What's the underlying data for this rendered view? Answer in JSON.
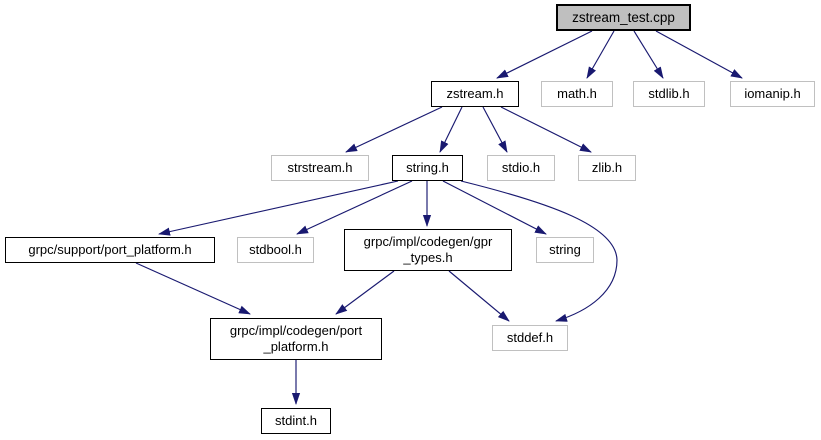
{
  "graph": {
    "root": "zstream_test.cpp",
    "colors": {
      "edge": "#191970",
      "main_node_fill": "#bfbfbf",
      "linked_node_border": "#000000",
      "plain_node_border": "#c0c0c0",
      "node_fill": "#ffffff",
      "text": "#000000",
      "background": "#ffffff"
    },
    "nodes": [
      {
        "id": "zstream_test.cpp",
        "type": "main",
        "lines": [
          "zstream_test.cpp"
        ]
      },
      {
        "id": "zstream.h",
        "type": "linked",
        "lines": [
          "zstream.h"
        ]
      },
      {
        "id": "math.h",
        "type": "plain",
        "lines": [
          "math.h"
        ]
      },
      {
        "id": "stdlib.h",
        "type": "plain",
        "lines": [
          "stdlib.h"
        ]
      },
      {
        "id": "iomanip.h",
        "type": "plain",
        "lines": [
          "iomanip.h"
        ]
      },
      {
        "id": "strstream.h",
        "type": "plain",
        "lines": [
          "strstream.h"
        ]
      },
      {
        "id": "string.h",
        "type": "linked",
        "lines": [
          "string.h"
        ]
      },
      {
        "id": "stdio.h",
        "type": "plain",
        "lines": [
          "stdio.h"
        ]
      },
      {
        "id": "zlib.h",
        "type": "plain",
        "lines": [
          "zlib.h"
        ]
      },
      {
        "id": "grpc/support/port_platform.h",
        "type": "linked",
        "lines": [
          "grpc/support/port_platform.h"
        ]
      },
      {
        "id": "stdbool.h",
        "type": "plain",
        "lines": [
          "stdbool.h"
        ]
      },
      {
        "id": "grpc/impl/codegen/gpr_types.h",
        "type": "linked",
        "lines": [
          "grpc/impl/codegen/gpr",
          "_types.h"
        ]
      },
      {
        "id": "string",
        "type": "plain",
        "lines": [
          "string"
        ]
      },
      {
        "id": "stddef.h",
        "type": "plain",
        "lines": [
          "stddef.h"
        ]
      },
      {
        "id": "grpc/impl/codegen/port_platform.h",
        "type": "linked",
        "lines": [
          "grpc/impl/codegen/port",
          "_platform.h"
        ]
      },
      {
        "id": "stdint.h",
        "type": "linked",
        "lines": [
          "stdint.h"
        ]
      }
    ],
    "edges": [
      {
        "from": "zstream_test.cpp",
        "to": "zstream.h"
      },
      {
        "from": "zstream_test.cpp",
        "to": "math.h"
      },
      {
        "from": "zstream_test.cpp",
        "to": "stdlib.h"
      },
      {
        "from": "zstream_test.cpp",
        "to": "iomanip.h"
      },
      {
        "from": "zstream.h",
        "to": "strstream.h"
      },
      {
        "from": "zstream.h",
        "to": "string.h"
      },
      {
        "from": "zstream.h",
        "to": "stdio.h"
      },
      {
        "from": "zstream.h",
        "to": "zlib.h"
      },
      {
        "from": "string.h",
        "to": "grpc/support/port_platform.h"
      },
      {
        "from": "string.h",
        "to": "stdbool.h"
      },
      {
        "from": "string.h",
        "to": "grpc/impl/codegen/gpr_types.h"
      },
      {
        "from": "string.h",
        "to": "string"
      },
      {
        "from": "string.h",
        "to": "stddef.h"
      },
      {
        "from": "grpc/support/port_platform.h",
        "to": "grpc/impl/codegen/port_platform.h"
      },
      {
        "from": "grpc/impl/codegen/gpr_types.h",
        "to": "grpc/impl/codegen/port_platform.h"
      },
      {
        "from": "grpc/impl/codegen/gpr_types.h",
        "to": "stddef.h"
      },
      {
        "from": "grpc/impl/codegen/port_platform.h",
        "to": "stdint.h"
      }
    ]
  }
}
